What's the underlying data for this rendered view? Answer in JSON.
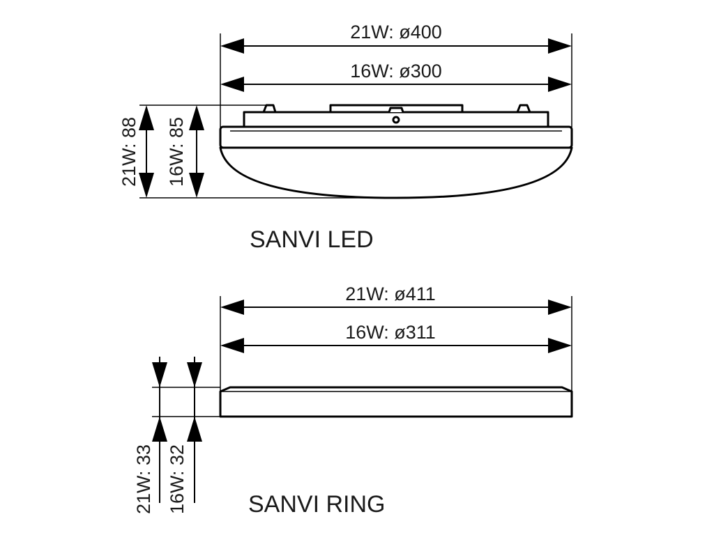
{
  "products": [
    {
      "name": "SANVI LED",
      "width_labels": [
        "21W: ø400",
        "16W: ø300"
      ],
      "height_labels": [
        "21W: 88",
        "16W: 85"
      ]
    },
    {
      "name": "SANVI RING",
      "width_labels": [
        "21W: ø411",
        "16W: ø311"
      ],
      "height_labels": [
        "21W: 33",
        "16W: 32"
      ]
    }
  ]
}
